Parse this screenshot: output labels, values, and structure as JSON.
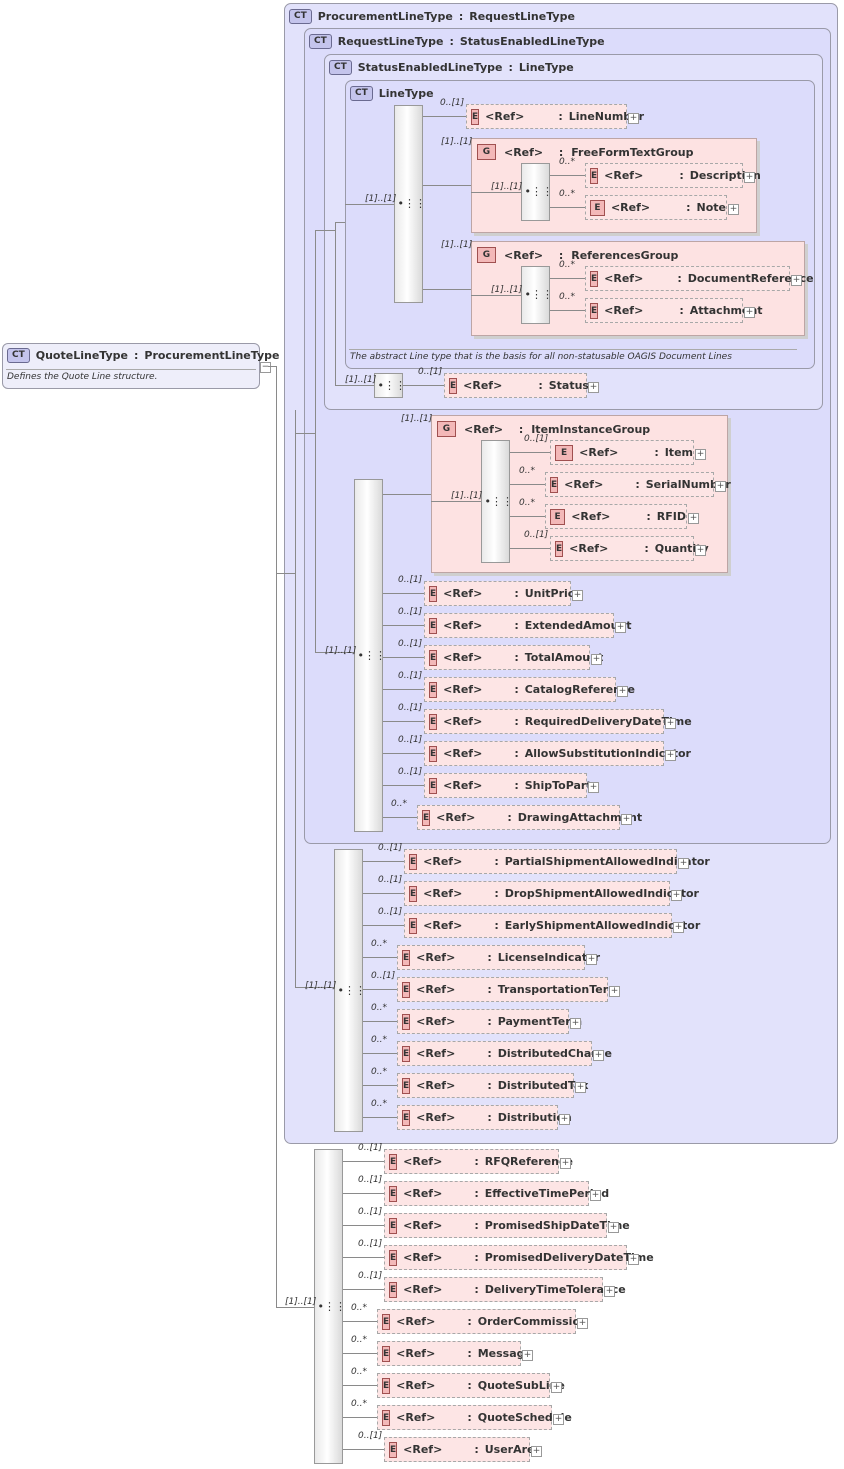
{
  "root": {
    "name": "QuoteLineType",
    "base": "ProcurementLineType",
    "doc": "Defines the Quote Line structure.",
    "badge": "CT"
  },
  "ct": [
    {
      "label": "ProcurementLineType",
      "base": "RequestLineType",
      "badge": "CT"
    },
    {
      "label": "RequestLineType",
      "base": "StatusEnabledLineType",
      "badge": "CT"
    },
    {
      "label": "StatusEnabledLineType",
      "base": "LineType",
      "badge": "CT"
    },
    {
      "label": "LineType",
      "base": "",
      "badge": "CT"
    }
  ],
  "linetype_doc": "The abstract Line type that is the basis for all non-statusable OAGIS Document Lines",
  "ref": "<Ref>",
  "e_badge": "E",
  "g_badge": "G",
  "groups": [
    {
      "name": "FreeFormTextGroup",
      "card": "[1]..[1]"
    },
    {
      "name": "ReferencesGroup",
      "card": "[1]..[1]"
    },
    {
      "name": "ItemInstanceGroup",
      "card": "[1]..[1]"
    }
  ],
  "seq_cards": [
    "[1]..[1]",
    "[1]..[1]",
    "[1]..[1]",
    "[1]..[1]",
    "[1]..[1]",
    "[1]..[1]",
    "[1]..[1]",
    "[1]..[1]",
    "[1]..[1]"
  ],
  "elements": [
    {
      "name": "LineNumber",
      "card": "0..[1]"
    },
    {
      "name": "Description",
      "card": "0..*"
    },
    {
      "name": "Note",
      "card": "0..*"
    },
    {
      "name": "DocumentReference",
      "card": "0..*"
    },
    {
      "name": "Attachment",
      "card": "0..*"
    },
    {
      "name": "Status",
      "card": "0..[1]"
    },
    {
      "name": "Item",
      "card": "0..[1]"
    },
    {
      "name": "SerialNumber",
      "card": "0..*"
    },
    {
      "name": "RFID",
      "card": "0..*"
    },
    {
      "name": "Quantity",
      "card": "0..[1]"
    },
    {
      "name": "UnitPrice",
      "card": "0..[1]"
    },
    {
      "name": "ExtendedAmount",
      "card": "0..[1]"
    },
    {
      "name": "TotalAmount",
      "card": "0..[1]"
    },
    {
      "name": "CatalogReference",
      "card": "0..[1]"
    },
    {
      "name": "RequiredDeliveryDateTime",
      "card": "0..[1]"
    },
    {
      "name": "AllowSubstitutionIndicator",
      "card": "0..[1]"
    },
    {
      "name": "ShipToParty",
      "card": "0..[1]"
    },
    {
      "name": "DrawingAttachment",
      "card": "0..*"
    },
    {
      "name": "PartialShipmentAllowedIndicator",
      "card": "0..[1]"
    },
    {
      "name": "DropShipmentAllowedIndicator",
      "card": "0..[1]"
    },
    {
      "name": "EarlyShipmentAllowedIndicator",
      "card": "0..[1]"
    },
    {
      "name": "LicenseIndicator",
      "card": "0..*"
    },
    {
      "name": "TransportationTerm",
      "card": "0..[1]"
    },
    {
      "name": "PaymentTerm",
      "card": "0..*"
    },
    {
      "name": "DistributedCharge",
      "card": "0..*"
    },
    {
      "name": "DistributedTax",
      "card": "0..*"
    },
    {
      "name": "Distribution",
      "card": "0..*"
    },
    {
      "name": "RFQReference",
      "card": "0..[1]"
    },
    {
      "name": "EffectiveTimePeriod",
      "card": "0..[1]"
    },
    {
      "name": "PromisedShipDateTime",
      "card": "0..[1]"
    },
    {
      "name": "PromisedDeliveryDateTime",
      "card": "0..[1]"
    },
    {
      "name": "DeliveryTimeTolerance",
      "card": "0..[1]"
    },
    {
      "name": "OrderCommission",
      "card": "0..*"
    },
    {
      "name": "Message",
      "card": "0..*"
    },
    {
      "name": "QuoteSubLine",
      "card": "0..*"
    },
    {
      "name": "QuoteSchedule",
      "card": "0..*"
    },
    {
      "name": "UserArea",
      "card": "0..[1]"
    }
  ]
}
